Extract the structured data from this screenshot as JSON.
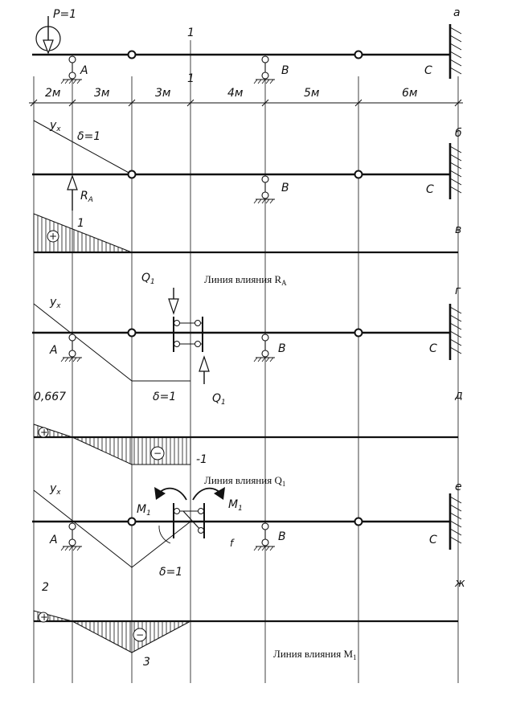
{
  "panel_letters": {
    "a": "а",
    "b": "б",
    "v": "в",
    "g": "г",
    "d": "д",
    "e": "е",
    "zh": "ж"
  },
  "load": {
    "label": "P=1"
  },
  "supports": {
    "A": "A",
    "B": "B",
    "C": "C"
  },
  "section": {
    "label": "1"
  },
  "spans": [
    "2м",
    "3м",
    "3м",
    "4м",
    "5м",
    "6м"
  ],
  "labels": {
    "yx": "y",
    "yx_sub": "x",
    "delta1": "δ=1",
    "ra": "R",
    "ra_sub": "A",
    "q1": "Q",
    "q1_sub": "1",
    "m1": "M",
    "m1_sub": "1"
  },
  "influence_lines": {
    "ra": {
      "title": "Линия влияния R",
      "title_sub": "A",
      "value": "1",
      "sign": "+"
    },
    "q1": {
      "title": "Линия влияния Q",
      "title_sub": "1",
      "value_pos": "0,667",
      "value_neg": "-1",
      "sign_pos": "+",
      "sign_neg": "−"
    },
    "m1": {
      "title": "Линия влияния M",
      "title_sub": "1",
      "value_pos": "2",
      "value_neg": "3",
      "sign_pos": "+",
      "sign_neg": "−"
    }
  },
  "stray_mark": "f"
}
